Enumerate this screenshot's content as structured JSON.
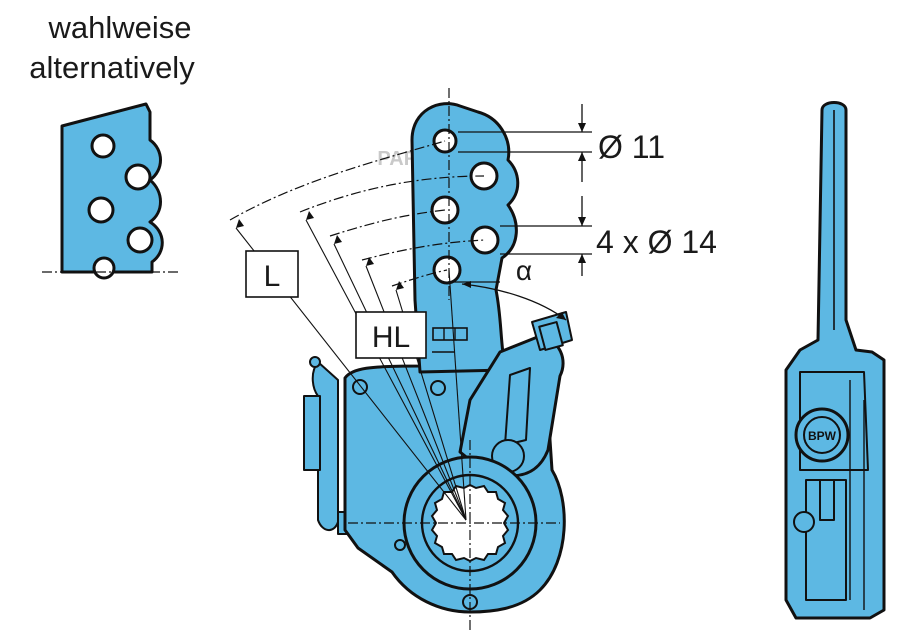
{
  "labels": {
    "alt_line1": "wahlweise",
    "alt_line2": "alternatively",
    "dim_small_hole": "Ø 11",
    "dim_large_holes": "4 x Ø 14",
    "angle": "α",
    "length_L": "L",
    "length_HL": "HL",
    "watermark": "PARTS SOFT",
    "logo_text": "BPW"
  },
  "colors": {
    "part_fill": "#5db8e3",
    "outline": "#111111",
    "background": "#ffffff"
  }
}
